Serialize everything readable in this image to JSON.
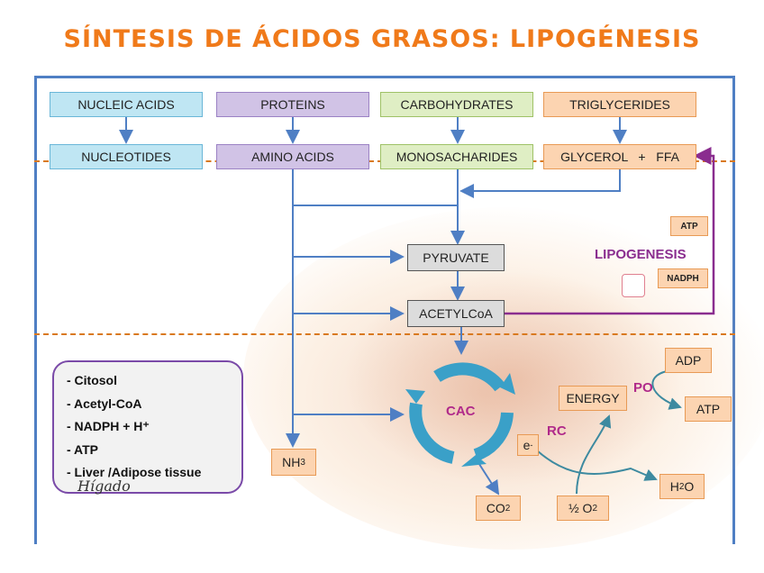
{
  "title": "SÍNTESIS DE ÁCIDOS GRASOS: LIPOGÉNESIS",
  "row1": [
    "NUCLEIC ACIDS",
    "PROTEINS",
    "CARBOHYDRATES",
    "TRIGLYCERIDES"
  ],
  "row2": [
    "NUCLEOTIDES",
    "AMINO ACIDS",
    "MONOSACHARIDES",
    "GLYCEROL   +   FFA"
  ],
  "pyruvate": "PYRUVATE",
  "acetylcoa": "ACETYLCoA",
  "lipogenesis": "LIPOGENESIS",
  "atp_small": "ATP",
  "nadph_small": "NADPH",
  "cac": "CAC",
  "energy": "ENERGY",
  "adp": "ADP",
  "atp": "ATP",
  "po": "PO",
  "rc": "RC",
  "eminus": "e",
  "eminus_sup": "-",
  "h2o": "H",
  "h2o_sub": "2",
  "h2o_end": "O",
  "co2": "CO",
  "co2_sub": "2",
  "half_o2": "½ O",
  "half_o2_sub": "2",
  "nh3": "NH",
  "nh3_sub": "3",
  "legend": [
    "- Citosol",
    "- Acetyl-CoA",
    "- NADPH + H⁺",
    "- ATP",
    "- Liver /Adipose tissue"
  ],
  "handwritten": "Hígado",
  "colors": {
    "title": "#f07a1a",
    "arrow": "#4f7fc4",
    "purple": "#8a2d8f",
    "cycle": "#3aa0c8"
  }
}
